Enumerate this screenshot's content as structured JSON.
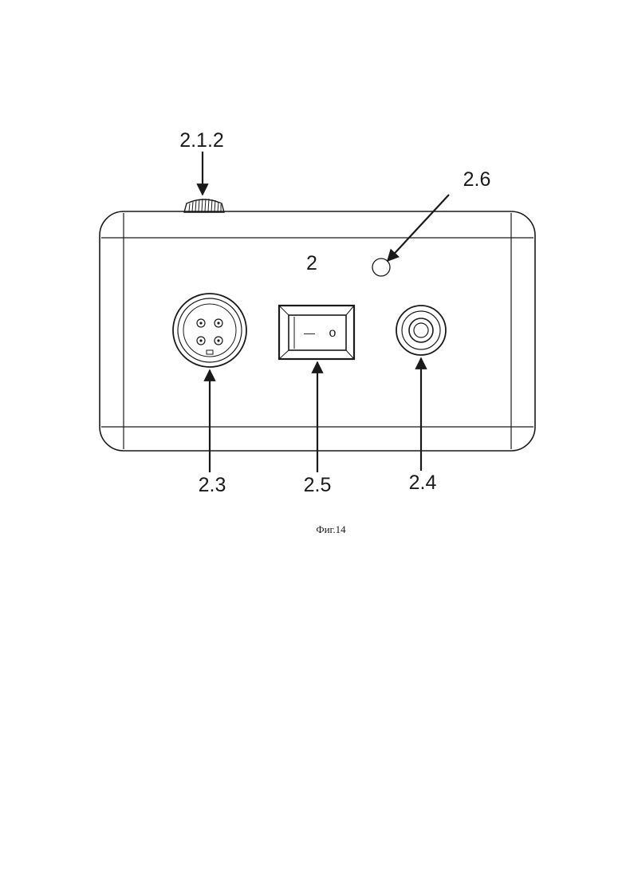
{
  "labels": {
    "knob": "2.1.2",
    "indicator": "2.6",
    "housing": "2",
    "connector": "2.3",
    "switch": "2.5",
    "jack": "2.4"
  },
  "switch_marks": {
    "on_mark": "—",
    "off_mark": "o"
  },
  "caption": "Фиг.14"
}
